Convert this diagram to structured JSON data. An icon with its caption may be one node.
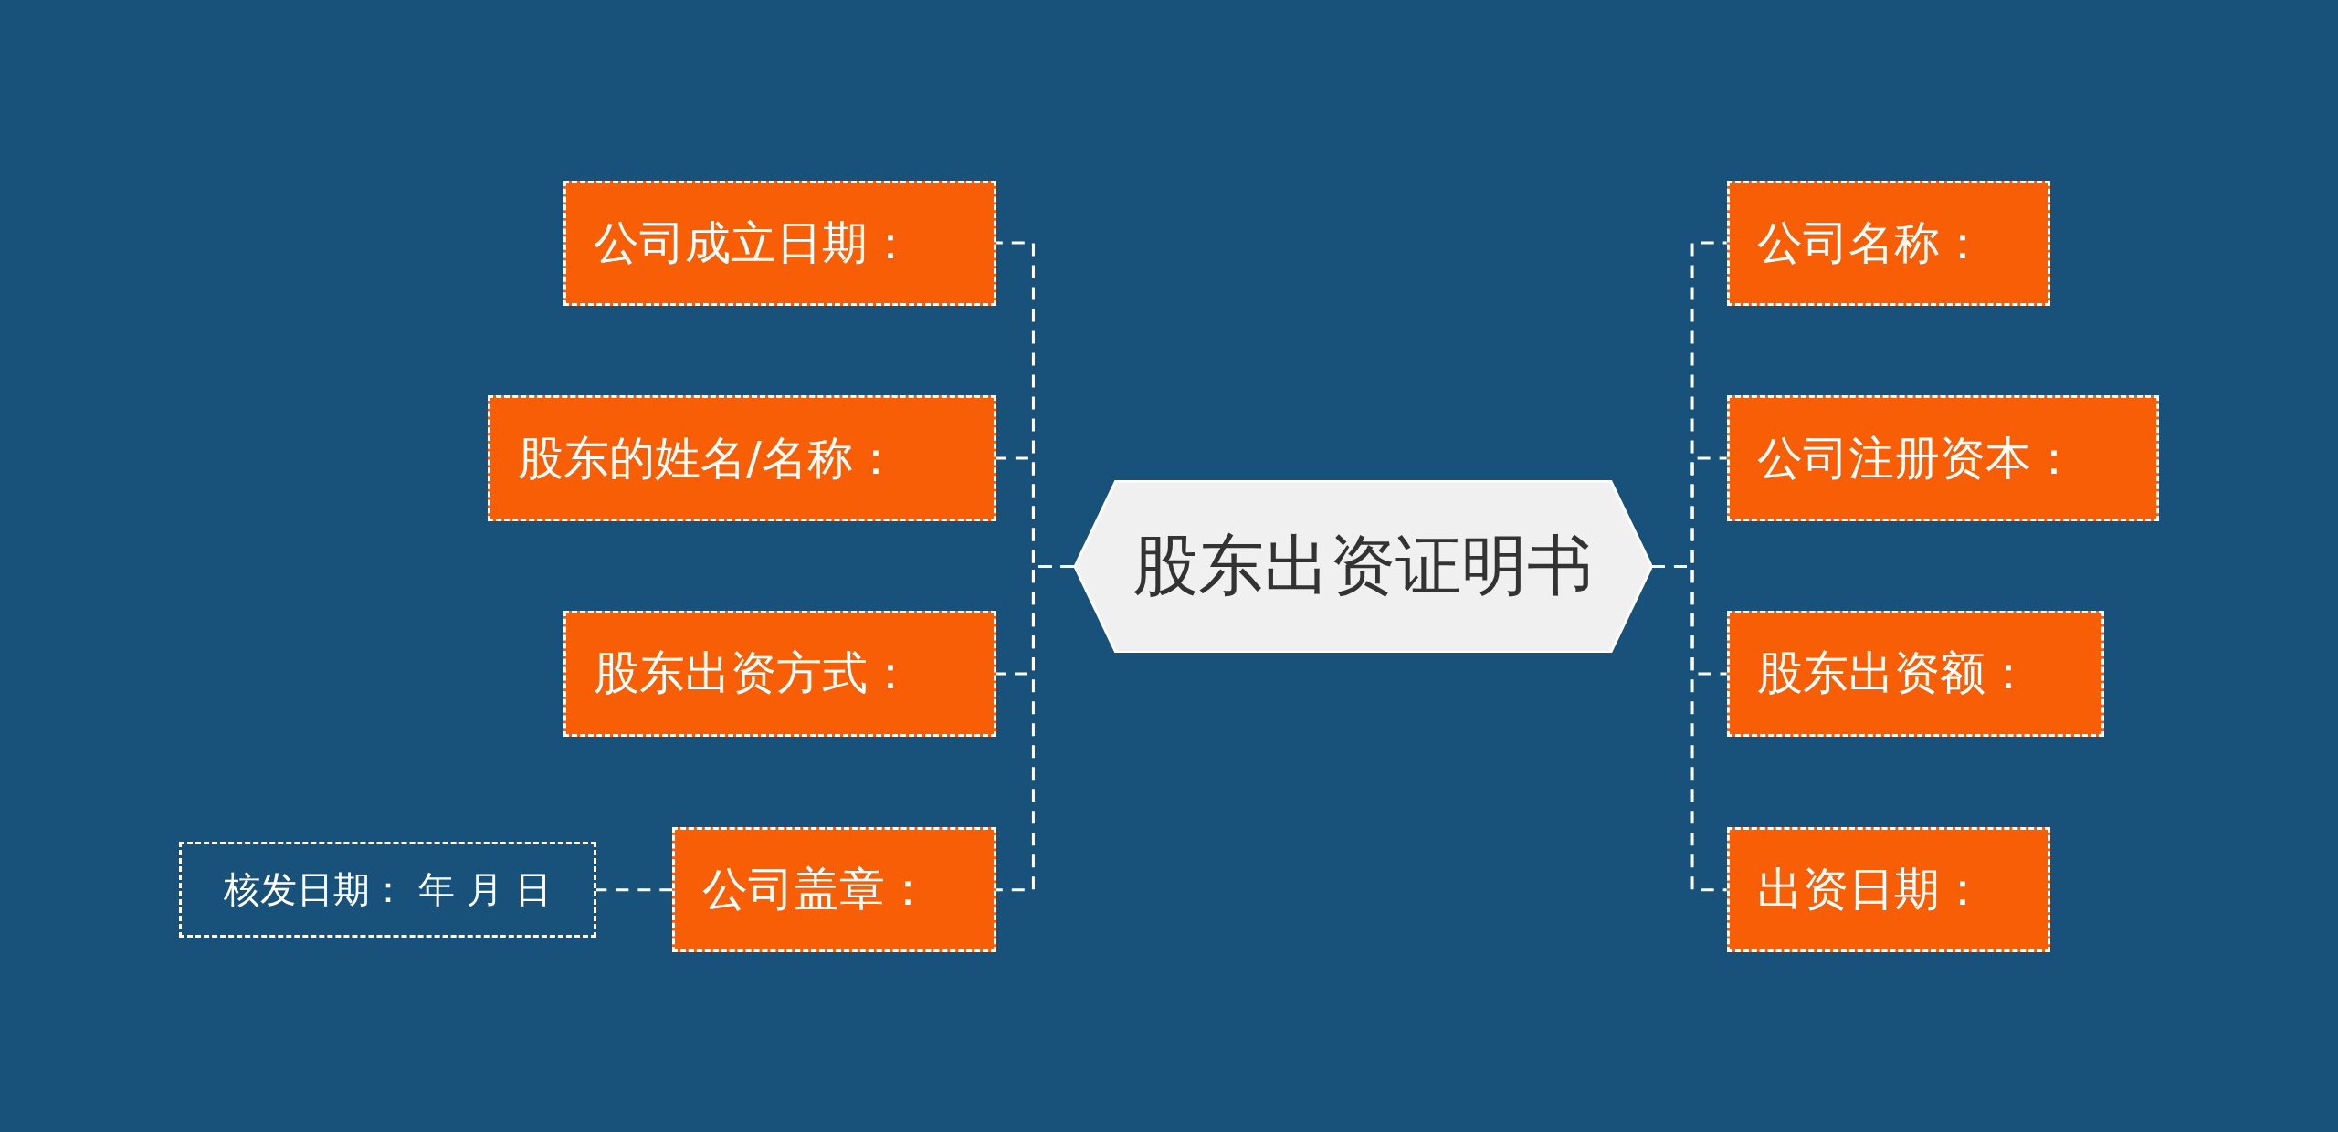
{
  "diagram": {
    "nodes": [
      {
        "text": [
          "股东出资证明书"
        ]
      },
      {
        "text": [
          "公司成立日期："
        ]
      },
      {
        "text": [
          "股东的姓名/名称："
        ]
      },
      {
        "text": [
          "股东出资方式："
        ]
      },
      {
        "text": [
          "公司盖章："
        ]
      },
      {
        "text": [
          "核发日期：  年 月 日"
        ]
      },
      {
        "text": [
          "公司名称："
        ]
      },
      {
        "text": [
          "公司注册资本："
        ]
      },
      {
        "text": [
          "股东出资额："
        ]
      },
      {
        "text": [
          "出资日期："
        ]
      }
    ],
    "edges": [
      {
        "from": 0,
        "to": 1,
        "arrow": "none",
        "style": "dashed"
      },
      {
        "from": 0,
        "to": 2,
        "arrow": "none",
        "style": "dashed"
      },
      {
        "from": 0,
        "to": 3,
        "arrow": "none",
        "style": "dashed"
      },
      {
        "from": 0,
        "to": 4,
        "arrow": "none",
        "style": "dashed"
      },
      {
        "from": 4,
        "to": 5,
        "arrow": "none",
        "style": "dashed"
      },
      {
        "from": 0,
        "to": 6,
        "arrow": "none",
        "style": "dashed"
      },
      {
        "from": 0,
        "to": 7,
        "arrow": "none",
        "style": "dashed"
      },
      {
        "from": 0,
        "to": 8,
        "arrow": "none",
        "style": "dashed"
      },
      {
        "from": 0,
        "to": 9,
        "arrow": "none",
        "style": "dashed"
      }
    ]
  }
}
